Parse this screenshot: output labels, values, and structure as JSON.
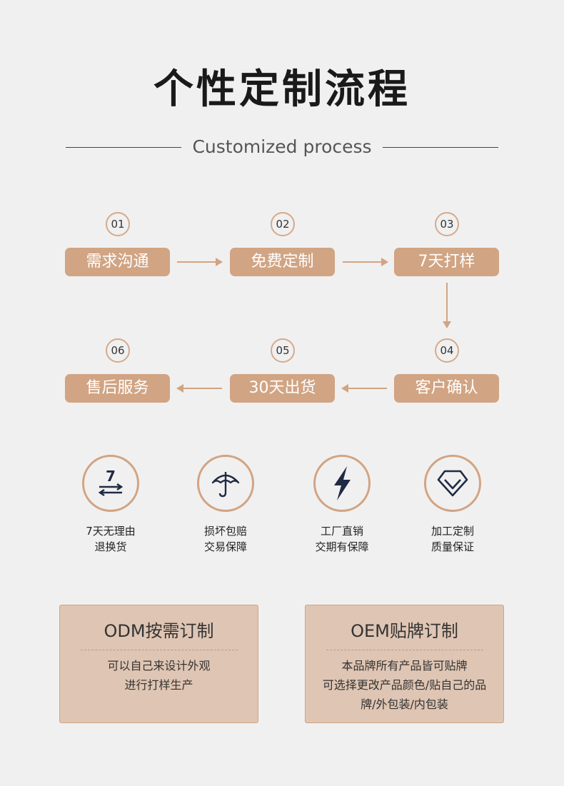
{
  "header": {
    "title": "个性定制流程",
    "subtitle": "Customized process"
  },
  "steps": [
    {
      "num": "01",
      "label": "需求沟通"
    },
    {
      "num": "02",
      "label": "免费定制"
    },
    {
      "num": "03",
      "label": "7天打样"
    },
    {
      "num": "04",
      "label": "客户确认"
    },
    {
      "num": "05",
      "label": "30天出货"
    },
    {
      "num": "06",
      "label": "售后服务"
    }
  ],
  "features": [
    {
      "icon": "seven-day-exchange-icon",
      "glyph": "7",
      "line1": "7天无理由",
      "line2": "退换货"
    },
    {
      "icon": "umbrella-icon",
      "line1": "损坏包赔",
      "line2": "交易保障"
    },
    {
      "icon": "lightning-icon",
      "line1": "工厂直销",
      "line2": "交期有保障"
    },
    {
      "icon": "diamond-icon",
      "line1": "加工定制",
      "line2": "质量保证"
    }
  ],
  "cards": [
    {
      "title": "ODM按需订制",
      "lines": [
        "可以自己来设计外观",
        "进行打样生产"
      ]
    },
    {
      "title": "OEM贴牌订制",
      "lines": [
        "本品牌所有产品皆可贴牌",
        "可选择更改产品颜色/贴自己的品",
        "牌/外包装/内包装"
      ]
    }
  ],
  "colors": {
    "accent": "#d1a483",
    "background": "#f1f0f0",
    "card": "#dfc5b3",
    "icon": "#1f2a44"
  }
}
